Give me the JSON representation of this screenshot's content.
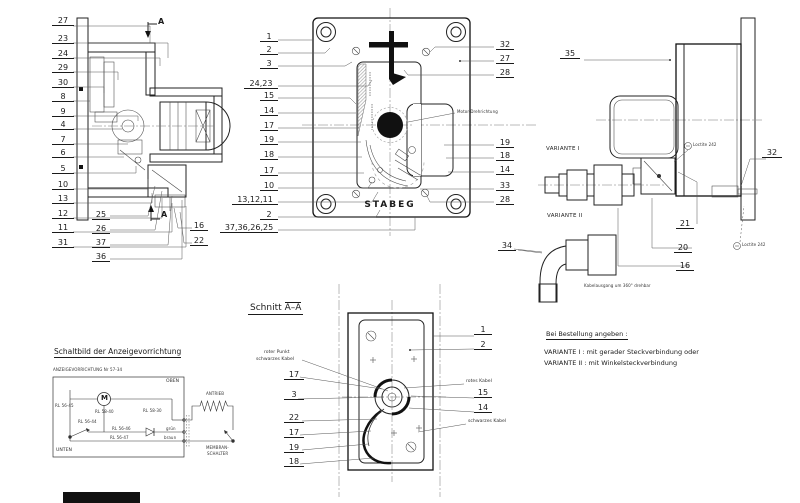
{
  "left_view": {
    "callouts": [
      "27",
      "23",
      "24",
      "29",
      "30",
      "8",
      "9",
      "4",
      "7",
      "6",
      "5",
      "10",
      "13",
      "12",
      "11",
      "31"
    ],
    "bottom_callouts": [
      "25",
      "26",
      "37",
      "36"
    ],
    "side_callouts": [
      "16",
      "22"
    ],
    "section_marker": "A"
  },
  "front_view": {
    "left_callouts": [
      "1",
      "2",
      "3",
      "24,23",
      "15",
      "14",
      "17",
      "19",
      "18",
      "17",
      "10",
      "13,12,11",
      "2",
      "37,36,26,25"
    ],
    "right_top_callouts": [
      "32",
      "27",
      "28"
    ],
    "right_mid_callouts": [
      "19",
      "18",
      "14",
      "33",
      "28"
    ],
    "right_bottom_callout": "34",
    "note": "Motor-Drehrichtung",
    "brand": "STABEG"
  },
  "side_view": {
    "callout_35": "35",
    "callout_32": "32",
    "bottom_callouts": [
      "21",
      "20",
      "16"
    ],
    "loctite_note": "Loctite 242",
    "variante1_label": "VARIANTE I",
    "variante2_label": "VARIANTE II",
    "cable_note": "Kabelausgang um 360° drehbar"
  },
  "section_aa": {
    "title_prefix": "Schnitt",
    "title_suffix": "A–A",
    "left_note_line1": "roter Punkt",
    "left_note_line2": "schwarzes Kabel",
    "left_callouts": [
      "17",
      "3",
      "22",
      "17",
      "19",
      "18"
    ],
    "right_top_callouts": [
      "1",
      "2"
    ],
    "right_note_top": "rotes Kabel",
    "right_mid_callouts": [
      "15",
      "14"
    ],
    "right_note_bottom": "schwarzes Kabel"
  },
  "circuit": {
    "title": "Schaltbild der Anzeigevorrichtung",
    "subtitle": "ANZEIGEVORRICHTUNG Nr 57-34",
    "corner_top": "OBEN",
    "corner_bottom": "UNTEN",
    "motor_label": "M",
    "label_1": "RL 56-45",
    "label_2": "RL 58-40",
    "label_3": "RL 56-44",
    "label_4": "RL 58-30",
    "label_5": "RL 56-46",
    "label_6": "RL 56-47",
    "label_7": "grün",
    "label_8": "braun",
    "coil_label": "ANTRIEB",
    "switch_label_line1": "MEMBRAN-",
    "switch_label_line2": "SCHALTER"
  },
  "order_note": {
    "heading": "Bei Bestellung angeben :",
    "line1": "VARIANTE I : mit gerader Steckverbindung oder",
    "line2": "VARIANTE II : mit Winkelsteckverbindung"
  }
}
